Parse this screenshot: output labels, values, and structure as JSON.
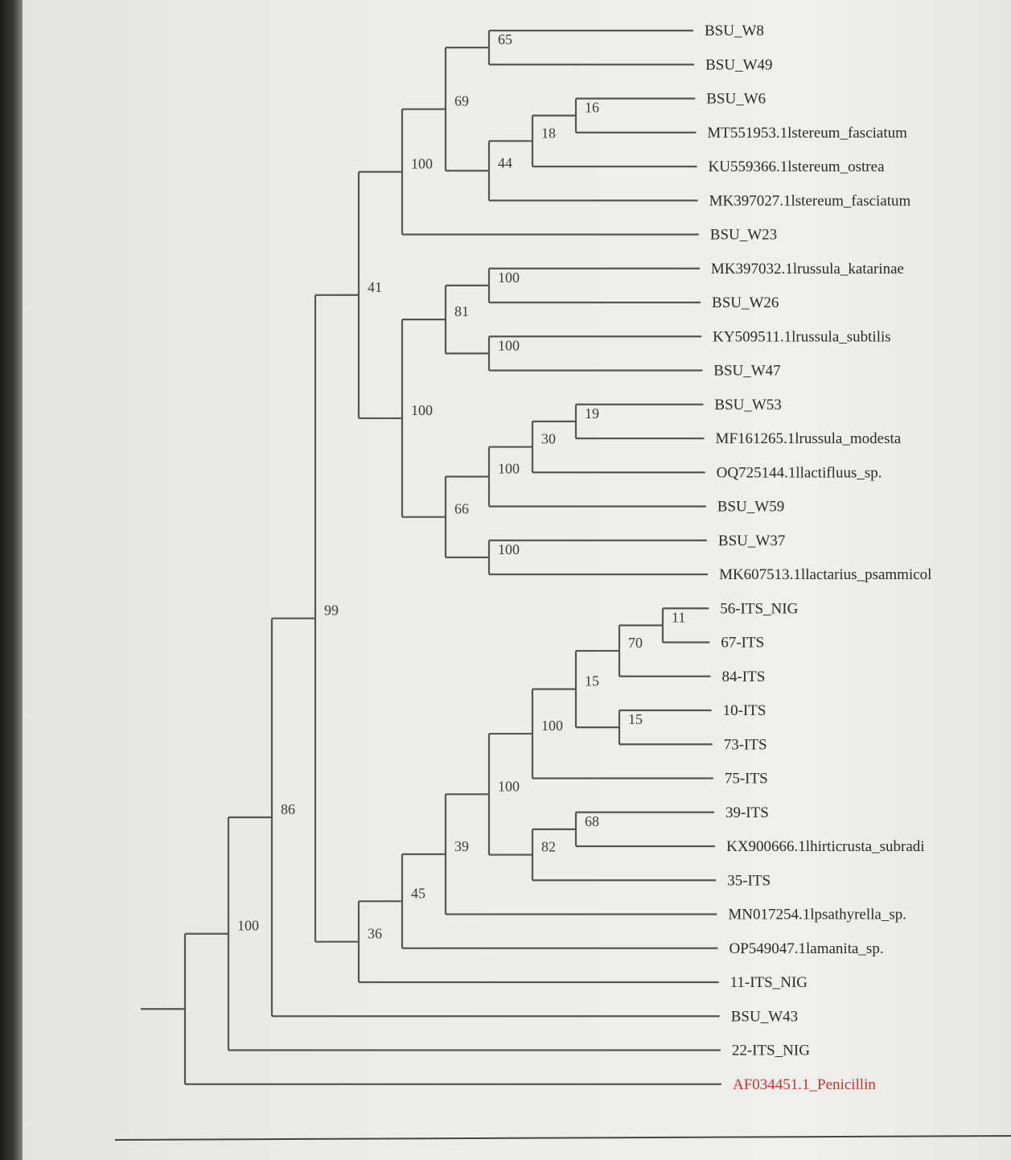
{
  "tree": {
    "root": {
      "support": null,
      "children": [
        {
          "support": "100",
          "children": [
            {
              "support": "86",
              "children": [
                {
                  "support": "99",
                  "children": [
                    {
                      "support": "41",
                      "children": [
                        {
                          "support": "100",
                          "children": [
                            {
                              "support": "69",
                              "children": [
                                {
                                  "support": "65",
                                  "children": [
                                    {
                                      "label": "BSU_W8"
                                    },
                                    {
                                      "label": "BSU_W49"
                                    }
                                  ]
                                },
                                {
                                  "support": "44",
                                  "children": [
                                    {
                                      "support": "18",
                                      "children": [
                                        {
                                          "support": "16",
                                          "children": [
                                            {
                                              "label": "BSU_W6"
                                            },
                                            {
                                              "label": "MT551953.1lstereum_fasciatum"
                                            }
                                          ]
                                        },
                                        {
                                          "label": "KU559366.1lstereum_ostrea"
                                        }
                                      ]
                                    },
                                    {
                                      "label": "MK397027.1lstereum_fasciatum"
                                    }
                                  ]
                                }
                              ]
                            },
                            {
                              "label": "BSU_W23"
                            }
                          ]
                        },
                        {
                          "support": "100",
                          "children": [
                            {
                              "support": "81",
                              "children": [
                                {
                                  "support": "100",
                                  "children": [
                                    {
                                      "label": "MK397032.1lrussula_katarinae"
                                    },
                                    {
                                      "label": "BSU_W26"
                                    }
                                  ]
                                },
                                {
                                  "support": "100",
                                  "children": [
                                    {
                                      "label": "KY509511.1lrussula_subtilis"
                                    },
                                    {
                                      "label": "BSU_W47"
                                    }
                                  ]
                                }
                              ]
                            },
                            {
                              "support": "66",
                              "children": [
                                {
                                  "support": "100",
                                  "children": [
                                    {
                                      "support": "30",
                                      "children": [
                                        {
                                          "support": "19",
                                          "children": [
                                            {
                                              "label": "BSU_W53"
                                            },
                                            {
                                              "label": "MF161265.1lrussula_modesta"
                                            }
                                          ]
                                        },
                                        {
                                          "label": "OQ725144.1llactifluus_sp."
                                        }
                                      ]
                                    },
                                    {
                                      "label": "BSU_W59"
                                    }
                                  ]
                                },
                                {
                                  "support": "100",
                                  "children": [
                                    {
                                      "label": "BSU_W37"
                                    },
                                    {
                                      "label": "MK607513.1llactarius_psammicol"
                                    }
                                  ]
                                }
                              ]
                            }
                          ]
                        }
                      ]
                    },
                    {
                      "support": "36",
                      "children": [
                        {
                          "support": "45",
                          "children": [
                            {
                              "support": "39",
                              "children": [
                                {
                                  "support": "100",
                                  "children": [
                                    {
                                      "support": "100",
                                      "children": [
                                        {
                                          "support": "15",
                                          "children": [
                                            {
                                              "support": "70",
                                              "children": [
                                                {
                                                  "support": "11",
                                                  "children": [
                                                    {
                                                      "label": "56-ITS_NIG"
                                                    },
                                                    {
                                                      "label": "67-ITS"
                                                    }
                                                  ]
                                                },
                                                {
                                                  "label": "84-ITS"
                                                }
                                              ]
                                            },
                                            {
                                              "support": "15",
                                              "children": [
                                                {
                                                  "label": "10-ITS"
                                                },
                                                {
                                                  "label": "73-ITS"
                                                }
                                              ]
                                            }
                                          ]
                                        },
                                        {
                                          "label": "75-ITS"
                                        }
                                      ]
                                    },
                                    {
                                      "support": "82",
                                      "children": [
                                        {
                                          "support": "68",
                                          "children": [
                                            {
                                              "label": "39-ITS"
                                            },
                                            {
                                              "label": "KX900666.1lhirticrusta_subradi"
                                            }
                                          ]
                                        },
                                        {
                                          "label": "35-ITS"
                                        }
                                      ]
                                    }
                                  ]
                                },
                                {
                                  "label": "MN017254.1lpsathyrella_sp."
                                }
                              ]
                            },
                            {
                              "label": "OP549047.1lamanita_sp."
                            }
                          ]
                        },
                        {
                          "label": "11-ITS_NIG"
                        }
                      ]
                    }
                  ]
                },
                {
                  "label": "BSU_W43"
                }
              ]
            },
            {
              "label": "22-ITS_NIG"
            }
          ]
        },
        {
          "label": "AF034451.1_Penicillin",
          "outgroup": true
        }
      ]
    }
  },
  "colors": {
    "branch": "#555555",
    "taxon_text": "#2a2a2a",
    "outgroup_text": "#c8332c",
    "background": "#ecece9"
  }
}
